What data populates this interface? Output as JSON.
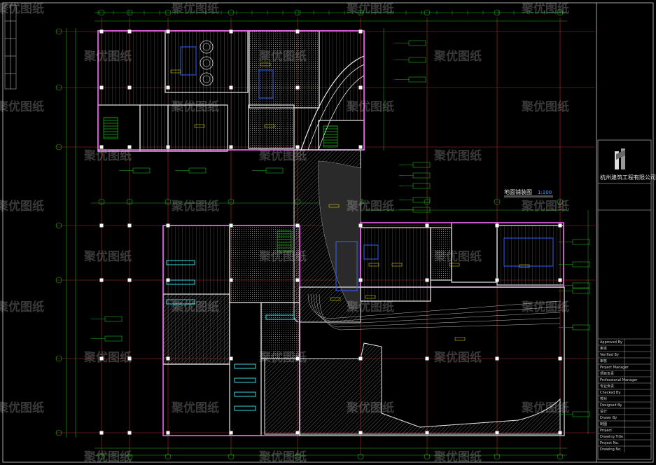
{
  "drawing": {
    "title": "地面铺装图",
    "scale": "1:100",
    "company": "杭州建筑工程有限公司",
    "watermark": "聚优图纸",
    "colors": {
      "background": "#000000",
      "grid": "#c0242e",
      "dimension": "#1fb51f",
      "wall_main": "#e9e9e9",
      "wall_pink": "#ff66ff",
      "partition": "#39d7d7",
      "paving_hatch": "#7a7a7a",
      "furniture": "#3560ff",
      "label": "#f0f000"
    },
    "title_block": {
      "company_label": "杭州建筑工程有限公司",
      "fields": [
        "Approved By",
        "审定",
        "Verified By",
        "审核",
        "Project Manager",
        "项目负责",
        "Professional Manager",
        "专业负责",
        "Checked By",
        "校对",
        "Designed By",
        "设计",
        "Drawn By",
        "制图",
        "Project",
        "Drawing Title",
        "Project No.",
        "Drawing No."
      ]
    }
  }
}
